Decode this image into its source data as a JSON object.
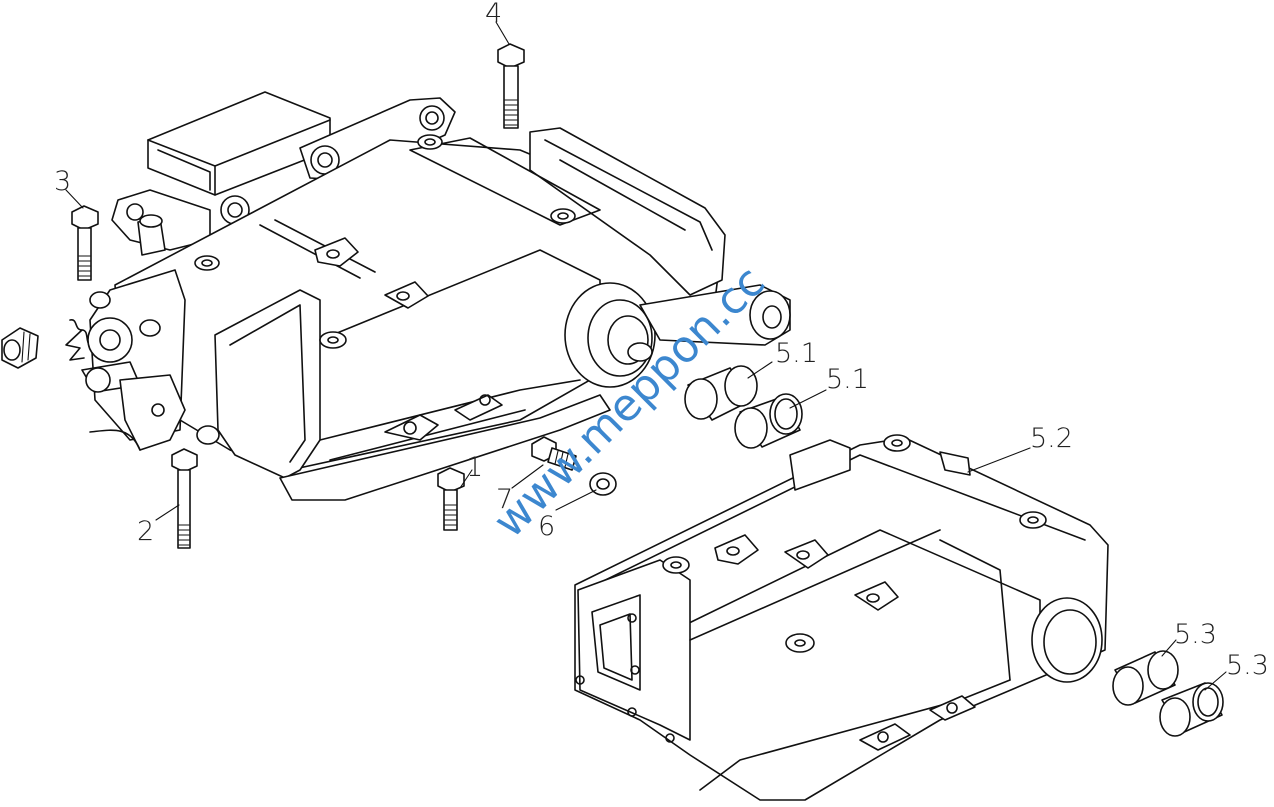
{
  "callouts": {
    "c1": "1",
    "c2": "2",
    "c3": "3",
    "c4": "4",
    "c5_1a": "5.1",
    "c5_1b": "5.1",
    "c5_2": "5.2",
    "c5_3a": "5.3",
    "c5_3b": "5.3",
    "c6": "6",
    "c7": "7"
  },
  "watermark": "www.meppon.cc",
  "colors": {
    "line": "#111111",
    "watermark": "#3c87cf",
    "background": "#ffffff"
  }
}
